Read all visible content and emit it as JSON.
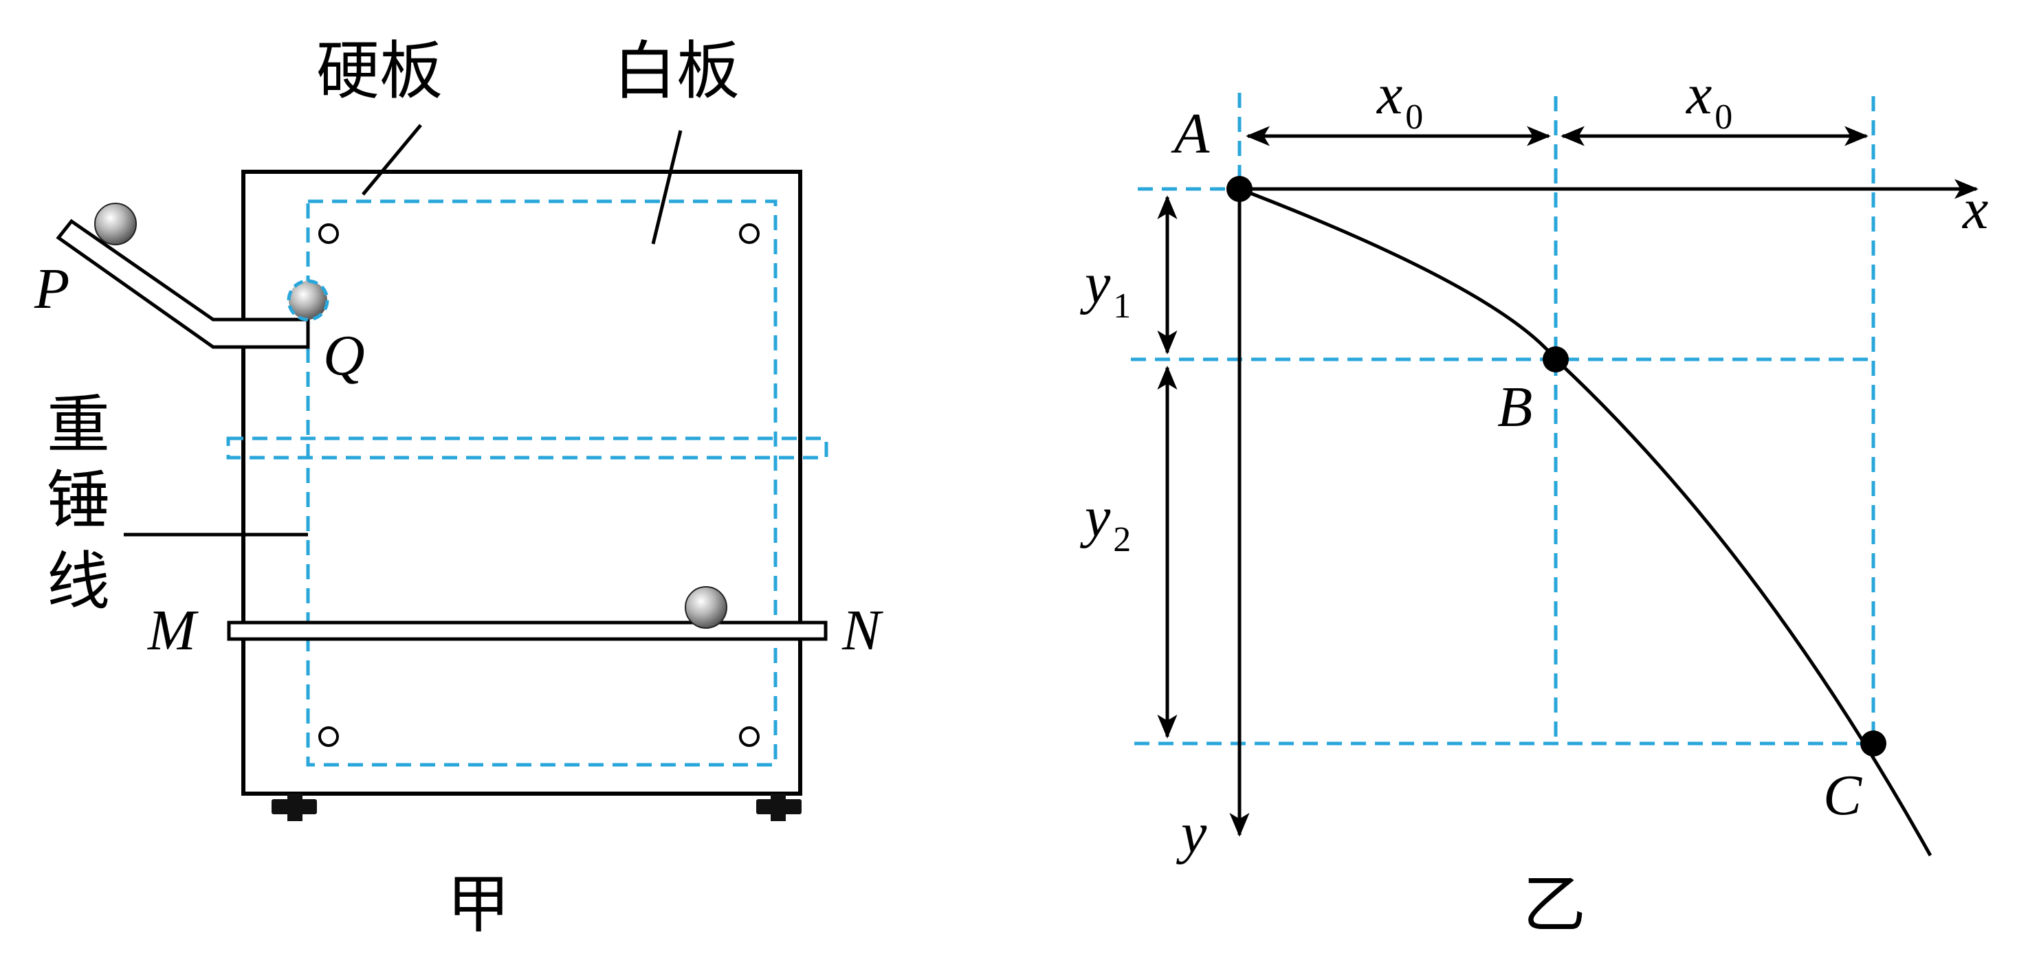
{
  "figure_jia": {
    "caption": "甲",
    "label_hardboard": "硬板",
    "label_whiteboard": "白板",
    "label_plumb_line": [
      "重",
      "锤",
      "线"
    ],
    "point_P": "P",
    "point_Q": "Q",
    "point_M": "M",
    "point_N": "N"
  },
  "figure_yi": {
    "caption": "乙",
    "point_A": "A",
    "point_B": "B",
    "point_C": "C",
    "axis_x": "x",
    "axis_y": "y",
    "dim_x0_left": {
      "base": "x",
      "sub": "0"
    },
    "dim_x0_right": {
      "base": "x",
      "sub": "0"
    },
    "dim_y1": {
      "base": "y",
      "sub": "1"
    },
    "dim_y2": {
      "base": "y",
      "sub": "2"
    }
  },
  "colors": {
    "line": "#000000",
    "dashed_guide": "#29a6da",
    "background": "#ffffff"
  }
}
